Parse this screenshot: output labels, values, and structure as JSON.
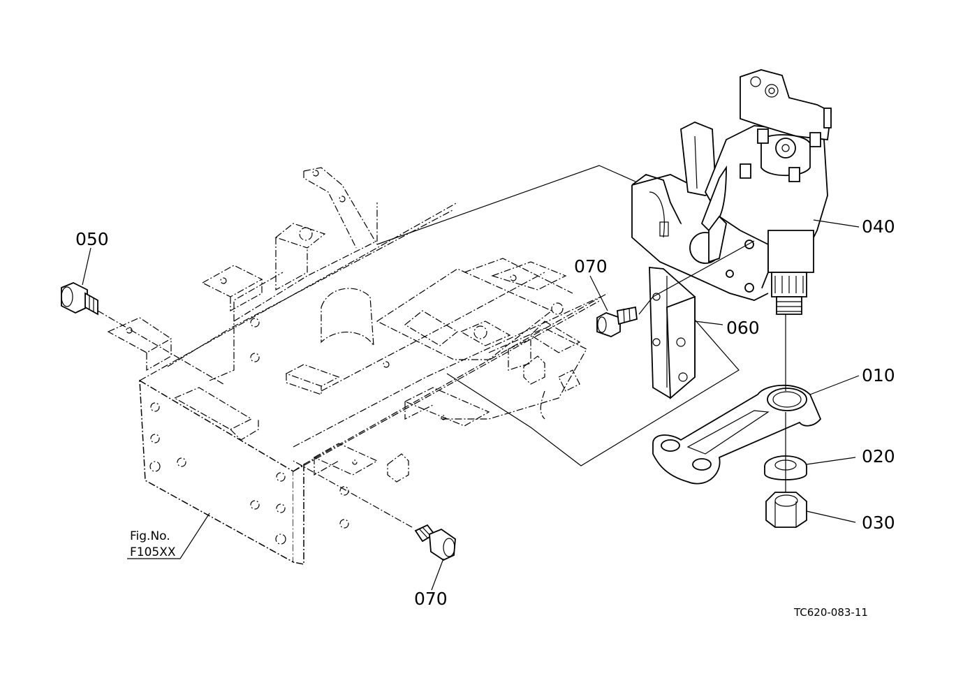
{
  "diagram": {
    "callouts": {
      "c010": "010",
      "c020": "020",
      "c030": "030",
      "c040": "040",
      "c050": "050",
      "c060": "060",
      "c070_upper": "070",
      "c070_lower": "070"
    },
    "figure_reference": {
      "line1": "Fig.No.",
      "line2": "F105XX"
    },
    "drawing_code": "TC620-083-11"
  }
}
